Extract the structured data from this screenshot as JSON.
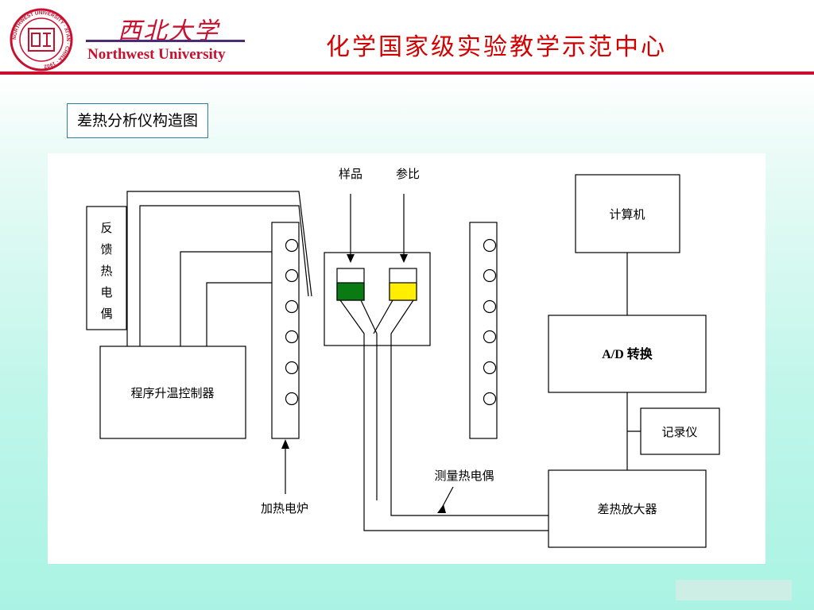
{
  "header": {
    "university_cn": "西北大学",
    "university_en": "Northwest University",
    "center_title": "化学国家级实验教学示范中心",
    "seal_text": "NORTHWEST UNIVERSITY · XI'AN · CHINA · 1902"
  },
  "slide_title": "差热分析仪构造图",
  "diagram": {
    "feedback_tc": [
      "反",
      "馈",
      "热",
      "电",
      "偶"
    ],
    "controller": "程序升温控制器",
    "furnace": "加热电炉",
    "sample": "样品",
    "reference": "参比",
    "measure_tc": "测量热电偶",
    "computer": "计算机",
    "ad": "A/D 转换",
    "recorder": "记录仪",
    "amplifier": "差热放大器"
  },
  "colors": {
    "header_red": "#c8102e",
    "sample_fill": "#0a7a12",
    "reference_fill": "#ffee00",
    "title_border": "#2f7fa0",
    "background_bottom": "#aaf3e4"
  }
}
